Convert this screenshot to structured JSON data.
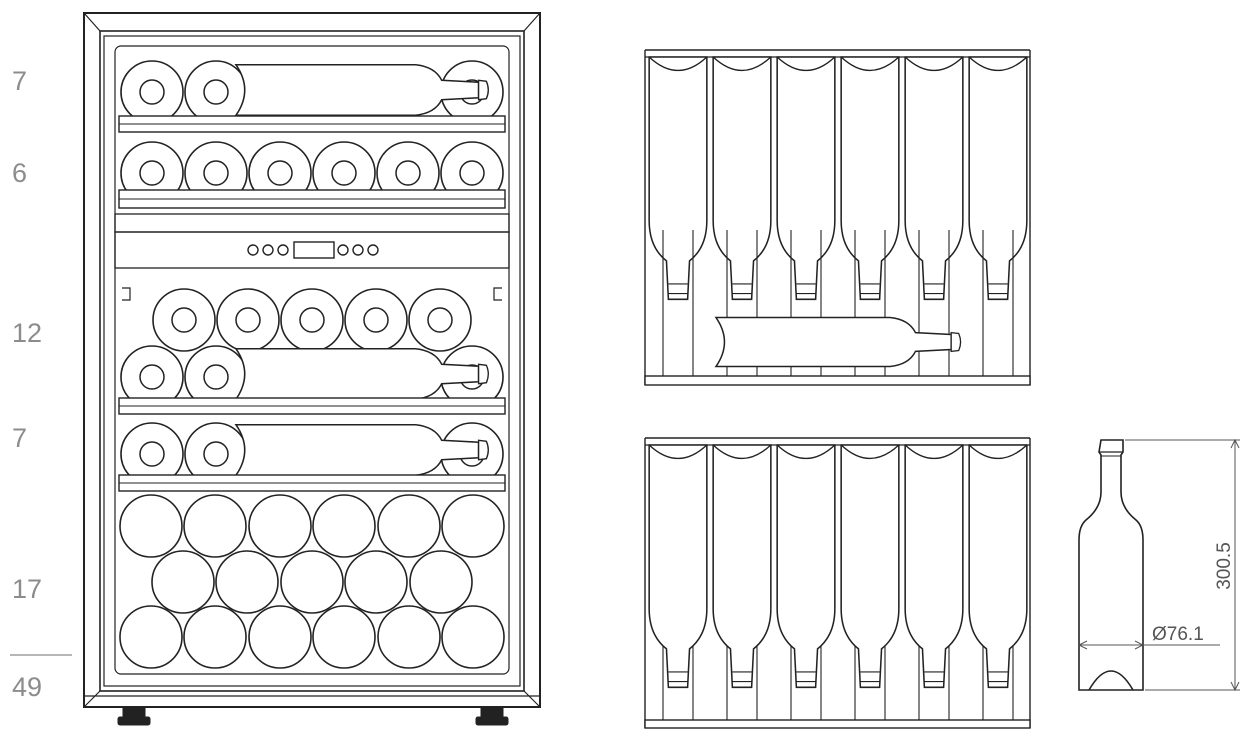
{
  "shelf_counts": [
    "7",
    "6",
    "12",
    "7",
    "17"
  ],
  "total_count": "49",
  "bottle": {
    "height": "300.5",
    "diameter": "Ø76.1"
  }
}
